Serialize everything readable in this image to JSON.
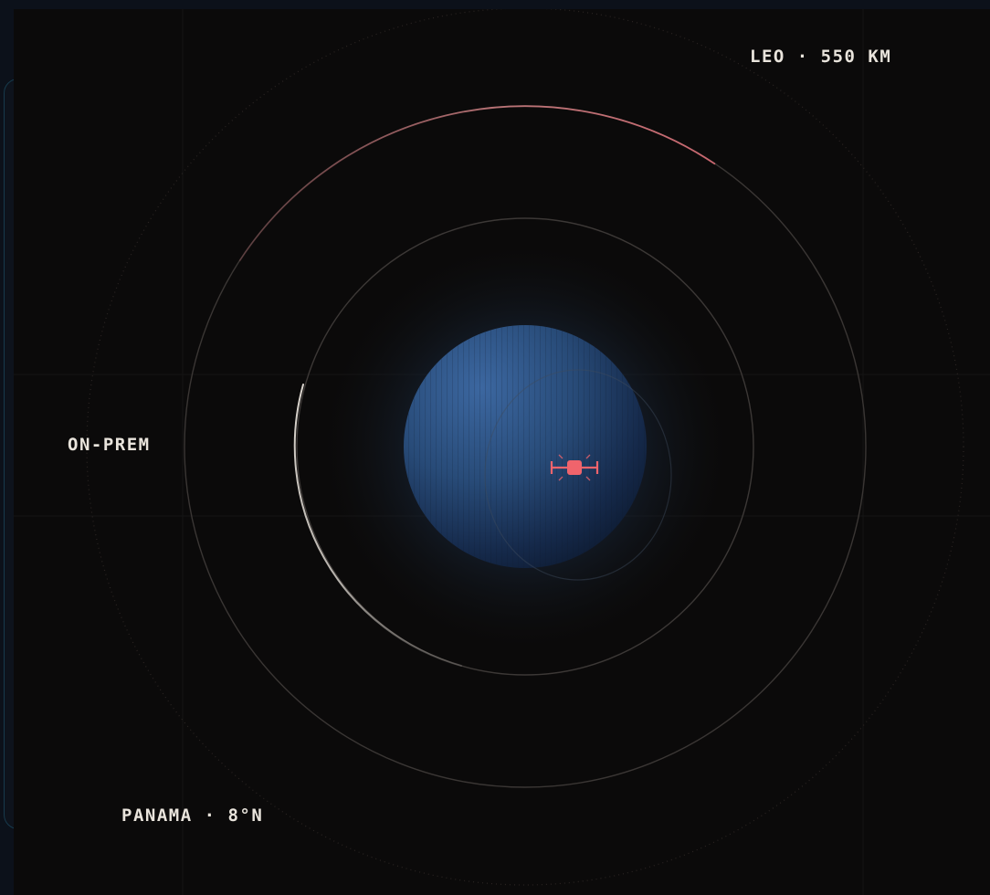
{
  "labels": {
    "orbit": "LEO · 550 KM",
    "on_prem": "ON-PREM",
    "location": "PANAMA · 8°N"
  },
  "colors": {
    "page_background": "#0c111a",
    "canvas_background": "#0b0a0a",
    "planet": "#2f5588",
    "orbit_ring": "#3a3634",
    "orbit_highlight_red": "#e2707a",
    "orbit_highlight_white": "#f2ece4",
    "satellite": "#f0646c",
    "label_text": "#e9e4dc"
  },
  "icons": {
    "satellite": "satellite-icon"
  }
}
